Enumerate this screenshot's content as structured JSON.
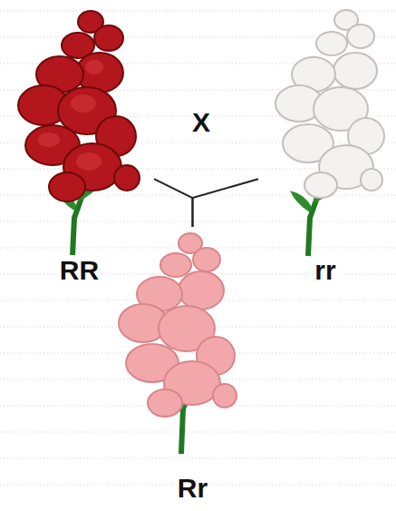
{
  "diagram": {
    "nodes": [
      {
        "text": [
          "RR"
        ]
      },
      {
        "text": [
          "rr"
        ]
      },
      {
        "text": [
          "Rr"
        ]
      }
    ],
    "edges": [
      {
        "from": 0,
        "to": 2,
        "arrow": "none"
      },
      {
        "from": 1,
        "to": 2,
        "arrow": "none"
      }
    ],
    "labels": [
      "X"
    ]
  }
}
